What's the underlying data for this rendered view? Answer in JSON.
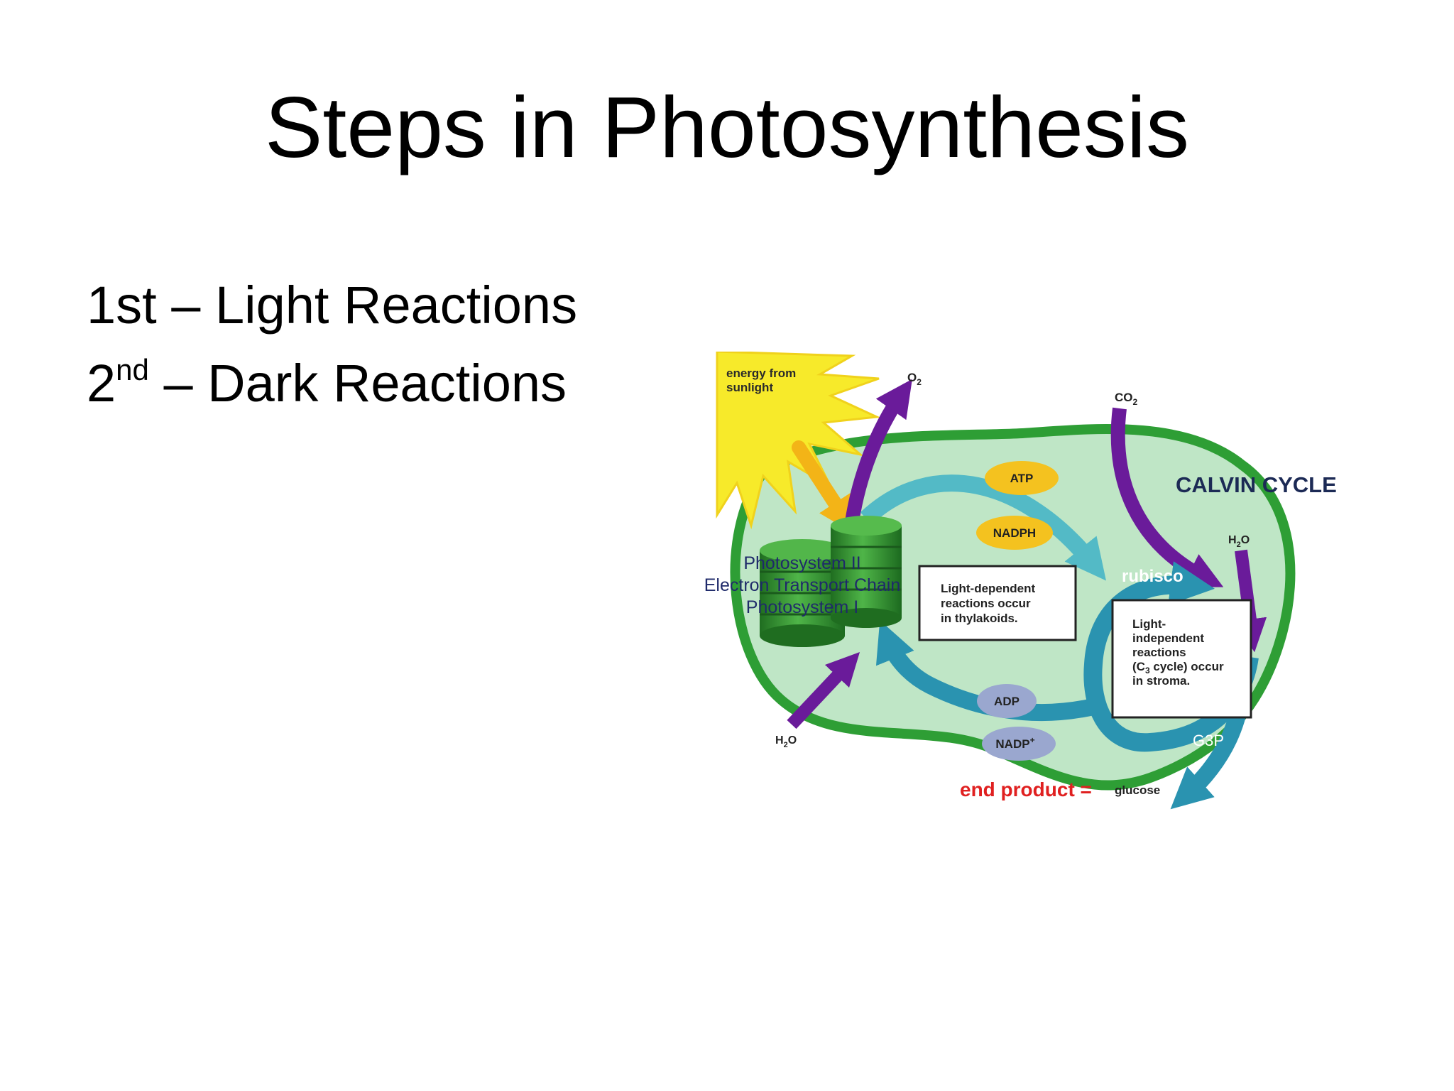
{
  "slide": {
    "title": "Steps in Photosynthesis",
    "bullets": [
      {
        "ordinal": "1st",
        "sup": "",
        "text": "– Light Reactions"
      },
      {
        "ordinal": "2",
        "sup": "nd",
        "text": "– Dark Reactions"
      }
    ]
  },
  "diagram": {
    "sun_label_line1": "energy from",
    "sun_label_line2": "sunlight",
    "o2": "O",
    "o2_sub": "2",
    "co2": "CO",
    "co2_sub": "2",
    "calvin_cycle": "CALVIN CYCLE",
    "h2o_right": "H",
    "h2o_right_sub": "2",
    "h2o_right_end": "O",
    "h2o_left": "H",
    "h2o_left_sub": "2",
    "h2o_left_end": "O",
    "atp": "ATP",
    "nadph": "NADPH",
    "adp": "ADP",
    "nadp": "NADP",
    "nadp_sup": "+",
    "photosystem_ii": "Photosystem II",
    "etc": "Electron Transport Chain",
    "photosystem_i": "Photosystem I",
    "light_dep_lines": [
      "Light-dependent",
      "reactions occur",
      "in thylakoids."
    ],
    "rubisco": "rubisco",
    "light_indep_lines": [
      "Light-",
      "independent",
      "reactions"
    ],
    "c3_a": "(C",
    "c3_sub": "3",
    "c3_b": " cycle) occur",
    "in_stroma": "in stroma.",
    "g3p": "G3P",
    "end_product": "end product =",
    "glucose": "glucose",
    "colors": {
      "membrane": "#2e9e35",
      "stroma": "#bfe6c6",
      "sun": "#f7ea2a",
      "purple": "#6a1b9a",
      "teal": "#2a93b0",
      "atp_badge": "#f4c21f",
      "adp_badge": "#9aa7cf",
      "calvin_text": "#1c2a55",
      "end_product": "#e02020"
    }
  }
}
